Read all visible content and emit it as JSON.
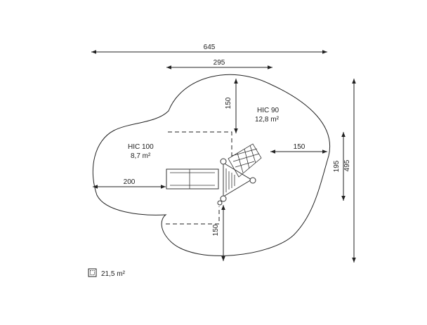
{
  "dimensions": {
    "overall_width": "645",
    "upper_width": "295",
    "top_depth": "150",
    "right_depth": "150",
    "left_depth": "200",
    "bottom_depth": "150",
    "right_height_small": "195",
    "right_height_total": "495"
  },
  "zones": {
    "hic90_label": "HIC 90",
    "hic90_area": "12,8 m²",
    "hic100_label": "HIC 100",
    "hic100_area": "8,7 m²"
  },
  "legend": {
    "icon": "area-icon",
    "total_area": "21,5 m²"
  },
  "colors": {
    "line": "#222222",
    "background": "#ffffff"
  }
}
